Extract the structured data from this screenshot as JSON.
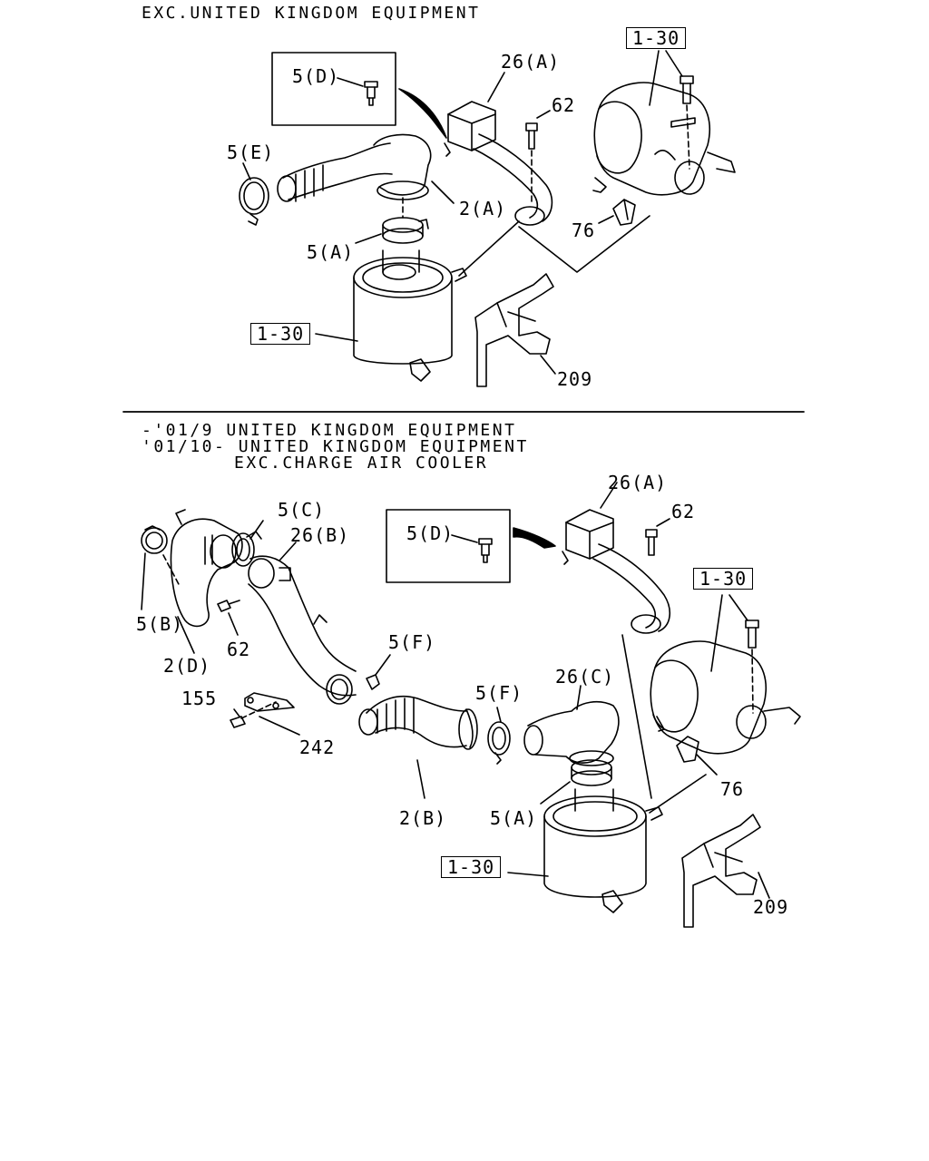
{
  "headings": {
    "top": "EXC.UNITED KINGDOM EQUIPMENT",
    "bottom_1": "-'01/9 UNITED KINGDOM EQUIPMENT",
    "bottom_2": "'01/10- UNITED KINGDOM EQUIPMENT",
    "bottom_3": "EXC.CHARGE AIR COOLER"
  },
  "top_labels": {
    "ref_1_30_a": "1-30",
    "ref_1_30_b": "1-30",
    "p26a": "26(A)",
    "p62": "62",
    "p5d": "5(D)",
    "p5e": "5(E)",
    "p2a": "2(A)",
    "p5a": "5(A)",
    "p76": "76",
    "p209": "209"
  },
  "bottom_labels": {
    "p26a": "26(A)",
    "p62a": "62",
    "ref_1_30_a": "1-30",
    "p5d": "5(D)",
    "p5c": "5(C)",
    "p26b": "26(B)",
    "p5b": "5(B)",
    "p2d": "2(D)",
    "p62b": "62",
    "p5f_a": "5(F)",
    "p5f_b": "5(F)",
    "p26c": "26(C)",
    "p155": "155",
    "p242": "242",
    "p2b": "2(B)",
    "p5a": "5(A)",
    "p76": "76",
    "ref_1_30_b": "1-30",
    "p209": "209"
  }
}
